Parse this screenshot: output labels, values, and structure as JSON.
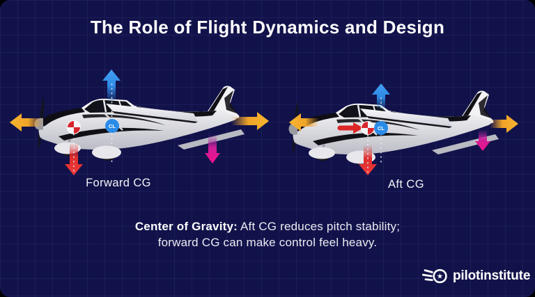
{
  "title": "The Role of Flight Dynamics and Design",
  "diagrams": [
    {
      "id": "forward-cg",
      "label": "Forward CG",
      "cl_label": "CL",
      "arrows": [
        "lift-up-blue",
        "thrust-left-yellow",
        "drag-right-yellow",
        "weight-down-red",
        "tail-load-down-pink"
      ]
    },
    {
      "id": "aft-cg",
      "label": "Aft CG",
      "cl_label": "CL",
      "arrows": [
        "lift-up-blue",
        "thrust-left-yellow",
        "drag-right-yellow",
        "weight-down-red",
        "tail-load-down-pink",
        "cg-shift-aft-red"
      ]
    }
  ],
  "caption": {
    "lead": "Center of Gravity:",
    "line1": "Aft CG reduces pitch stability;",
    "line2": "forward CG can make control feel heavy."
  },
  "logo": {
    "brand": "pilotinstitute",
    "icon": "winged-star-badge",
    "star_glyph": "★"
  },
  "colors": {
    "background": "#12124a",
    "grid_line": "rgba(130,150,255,0.08)",
    "lift_blue": "#2d8ae4",
    "force_yellow": "#f2a92c",
    "weight_red": "#e22a2a",
    "tail_pink": "#f01490",
    "cl_badge_blue": "#2a8ce8",
    "cg_symbol_red": "#d7262c",
    "text_white": "#f2f3f7"
  }
}
